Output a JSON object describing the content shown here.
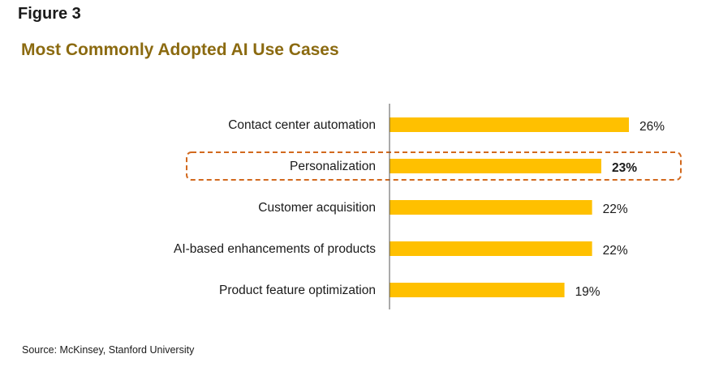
{
  "figure_label": "Figure 3",
  "source": "Source: McKinsey, Stanford University",
  "colors": {
    "bar": "#FFC000",
    "title": "#8b6a10",
    "highlight_border": "#D2691E",
    "axis": "#555555"
  },
  "chart_data": {
    "type": "bar",
    "orientation": "horizontal",
    "title": "Most Commonly Adopted AI Use Cases",
    "categories": [
      "Contact center automation",
      "Personalization",
      "Customer acquisition",
      "AI-based enhancements of products",
      "Product feature optimization"
    ],
    "values": [
      26,
      23,
      22,
      22,
      19
    ],
    "value_labels": [
      "26%",
      "23%",
      "22%",
      "22%",
      "19%"
    ],
    "unit": "%",
    "highlighted_category": "Personalization",
    "xlim": [
      0,
      26
    ],
    "grid": false,
    "legend": "none"
  }
}
